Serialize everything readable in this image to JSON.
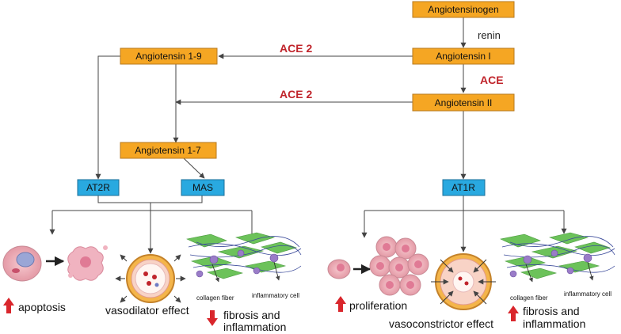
{
  "nodes": {
    "angiotensinogen": "Angiotensinogen",
    "angiotensin_1": "Angiotensin I",
    "angiotensin_2": "Angiotensin II",
    "angiotensin_1_9": "Angiotensin 1-9",
    "angiotensin_1_7": "Angiotensin 1-7",
    "at2r": "AT2R",
    "mas": "MAS",
    "at1r": "AT1R"
  },
  "enzymes": {
    "renin": "renin",
    "ace": "ACE",
    "ace2_top": "ACE 2",
    "ace2_bottom": "ACE 2"
  },
  "effects": {
    "apoptosis": "apoptosis",
    "vasodilator": "vasodilator effect",
    "fibrosis_left_line1": "fibrosis and",
    "fibrosis_left_line2": "inflammation",
    "collagen_left": "collagen fiber",
    "inflammatory_left": "inflammatory cell",
    "proliferation": "proliferation",
    "vasoconstrictor": "vasoconstrictor effect",
    "fibrosis_right_line1": "fibrosis and",
    "fibrosis_right_line2": "inflammation",
    "collagen_right": "collagen fiber",
    "inflammatory_right": "inflammatory cell"
  },
  "colors": {
    "peptide_box": "#f5a623",
    "peptide_border": "#b7791f",
    "receptor_box": "#29a9e0",
    "receptor_border": "#1b6f99",
    "enzyme_text": "#c0242b",
    "line": "#444444",
    "up_arrow": "#d9262c",
    "down_arrow": "#d9262c"
  }
}
